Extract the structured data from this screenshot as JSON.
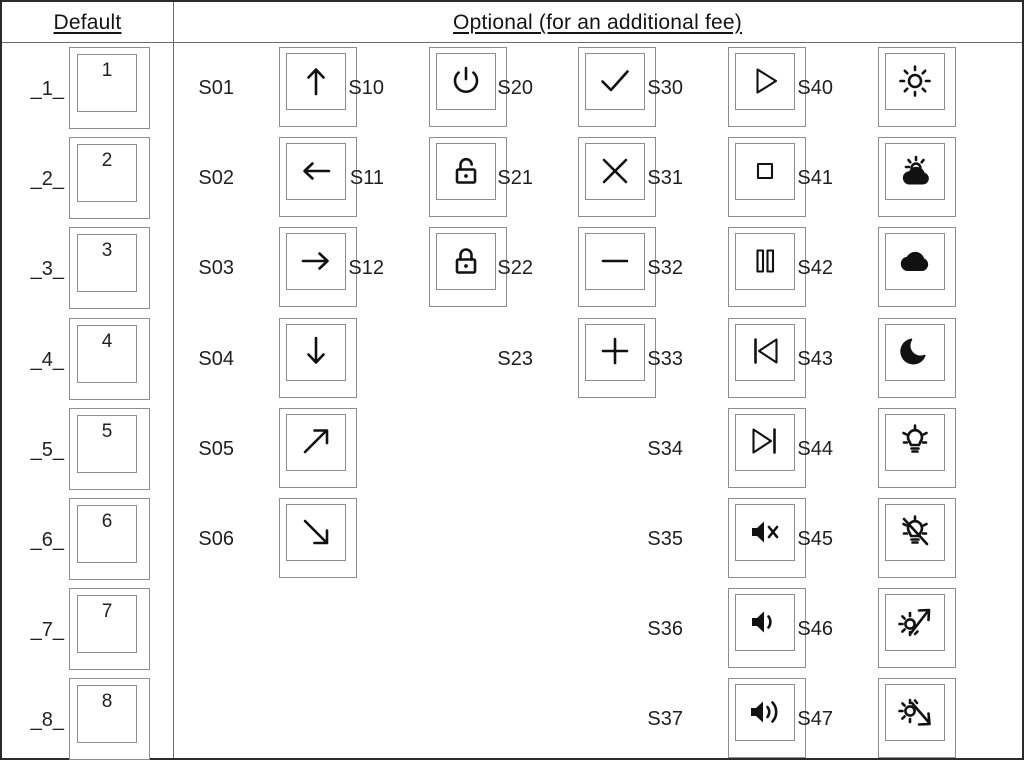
{
  "header": {
    "default_label": "Default",
    "optional_label": "Optional (for an additional fee)"
  },
  "colors": {
    "sheet_border": "#2b2b2b",
    "grid_line": "#6a6a6a",
    "keycap_border": "#8d8d8d",
    "glyph": "#111111",
    "text": "#1f1f1f",
    "background": "#ffffff"
  },
  "default_column": {
    "title": "Default",
    "keys": [
      {
        "label": "_1_",
        "cap": "1"
      },
      {
        "label": "_2_",
        "cap": "2"
      },
      {
        "label": "_3_",
        "cap": "3"
      },
      {
        "label": "_4_",
        "cap": "4"
      },
      {
        "label": "_5_",
        "cap": "5"
      },
      {
        "label": "_6_",
        "cap": "6"
      },
      {
        "label": "_7_",
        "cap": "7"
      },
      {
        "label": "_8_",
        "cap": "8"
      }
    ]
  },
  "optional_columns": [
    {
      "name": "arrows",
      "keys": [
        {
          "code": "S01",
          "icon": "arrow-up-icon"
        },
        {
          "code": "S02",
          "icon": "arrow-left-icon"
        },
        {
          "code": "S03",
          "icon": "arrow-right-icon"
        },
        {
          "code": "S04",
          "icon": "arrow-down-icon"
        },
        {
          "code": "S05",
          "icon": "arrow-up-right-icon"
        },
        {
          "code": "S06",
          "icon": "arrow-down-right-icon"
        }
      ]
    },
    {
      "name": "power-lock",
      "keys": [
        {
          "code": "S10",
          "icon": "power-icon"
        },
        {
          "code": "S11",
          "icon": "unlock-icon"
        },
        {
          "code": "S12",
          "icon": "lock-icon"
        }
      ]
    },
    {
      "name": "confirm-adjust",
      "keys": [
        {
          "code": "S20",
          "icon": "check-icon"
        },
        {
          "code": "S21",
          "icon": "close-x-icon"
        },
        {
          "code": "S22",
          "icon": "minus-icon"
        },
        {
          "code": "S23",
          "icon": "plus-icon"
        }
      ]
    },
    {
      "name": "media",
      "keys": [
        {
          "code": "S30",
          "icon": "play-icon"
        },
        {
          "code": "S31",
          "icon": "stop-icon"
        },
        {
          "code": "S32",
          "icon": "pause-icon"
        },
        {
          "code": "S33",
          "icon": "previous-track-icon"
        },
        {
          "code": "S34",
          "icon": "next-track-icon"
        },
        {
          "code": "S35",
          "icon": "volume-mute-icon"
        },
        {
          "code": "S36",
          "icon": "volume-low-icon"
        },
        {
          "code": "S37",
          "icon": "volume-high-icon"
        }
      ]
    },
    {
      "name": "light-weather",
      "keys": [
        {
          "code": "S40",
          "icon": "sun-icon"
        },
        {
          "code": "S41",
          "icon": "partly-cloudy-icon"
        },
        {
          "code": "S42",
          "icon": "cloud-icon"
        },
        {
          "code": "S43",
          "icon": "moon-icon"
        },
        {
          "code": "S44",
          "icon": "lightbulb-on-icon"
        },
        {
          "code": "S45",
          "icon": "lightbulb-off-icon"
        },
        {
          "code": "S46",
          "icon": "brightness-up-icon"
        },
        {
          "code": "S47",
          "icon": "brightness-down-icon"
        }
      ]
    }
  ]
}
